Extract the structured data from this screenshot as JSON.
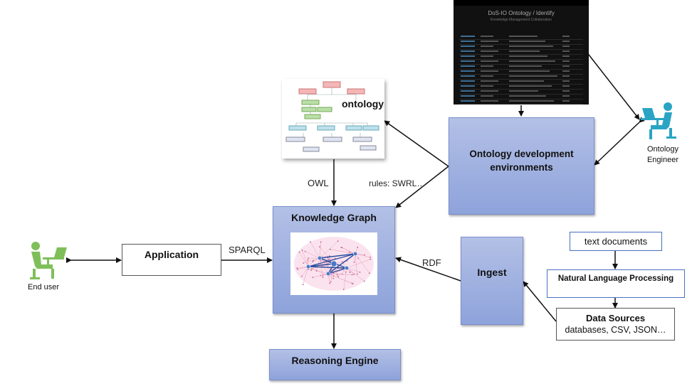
{
  "nodes": {
    "knowledge_graph": "Knowledge Graph",
    "application": "Application",
    "reasoning_engine": "Reasoning Engine",
    "ontology_dev": "Ontology development environments",
    "ingest": "Ingest",
    "text_documents": "text documents",
    "nlp": "Natural Language Processing",
    "data_sources_title": "Data Sources",
    "data_sources_sub": "databases, CSV, JSON…",
    "ontology": "ontology"
  },
  "actors": {
    "end_user": "End user",
    "ontology_engineer": "Ontology Engineer"
  },
  "edges": {
    "owl": "OWL",
    "rules": "rules: SWRL…",
    "sparql": "SPARQL",
    "rdf": "RDF"
  },
  "screenshot": {
    "title": "DoS-IO Ontology / Identify",
    "subtitle": "Knowledge Management Collaboration"
  },
  "colors": {
    "box_top": "#b3c0e6",
    "box_bottom": "#8ea3db",
    "actor_green": "#7fbf5a",
    "actor_teal": "#2aa4c4",
    "graph_node": "#4a78c8"
  }
}
